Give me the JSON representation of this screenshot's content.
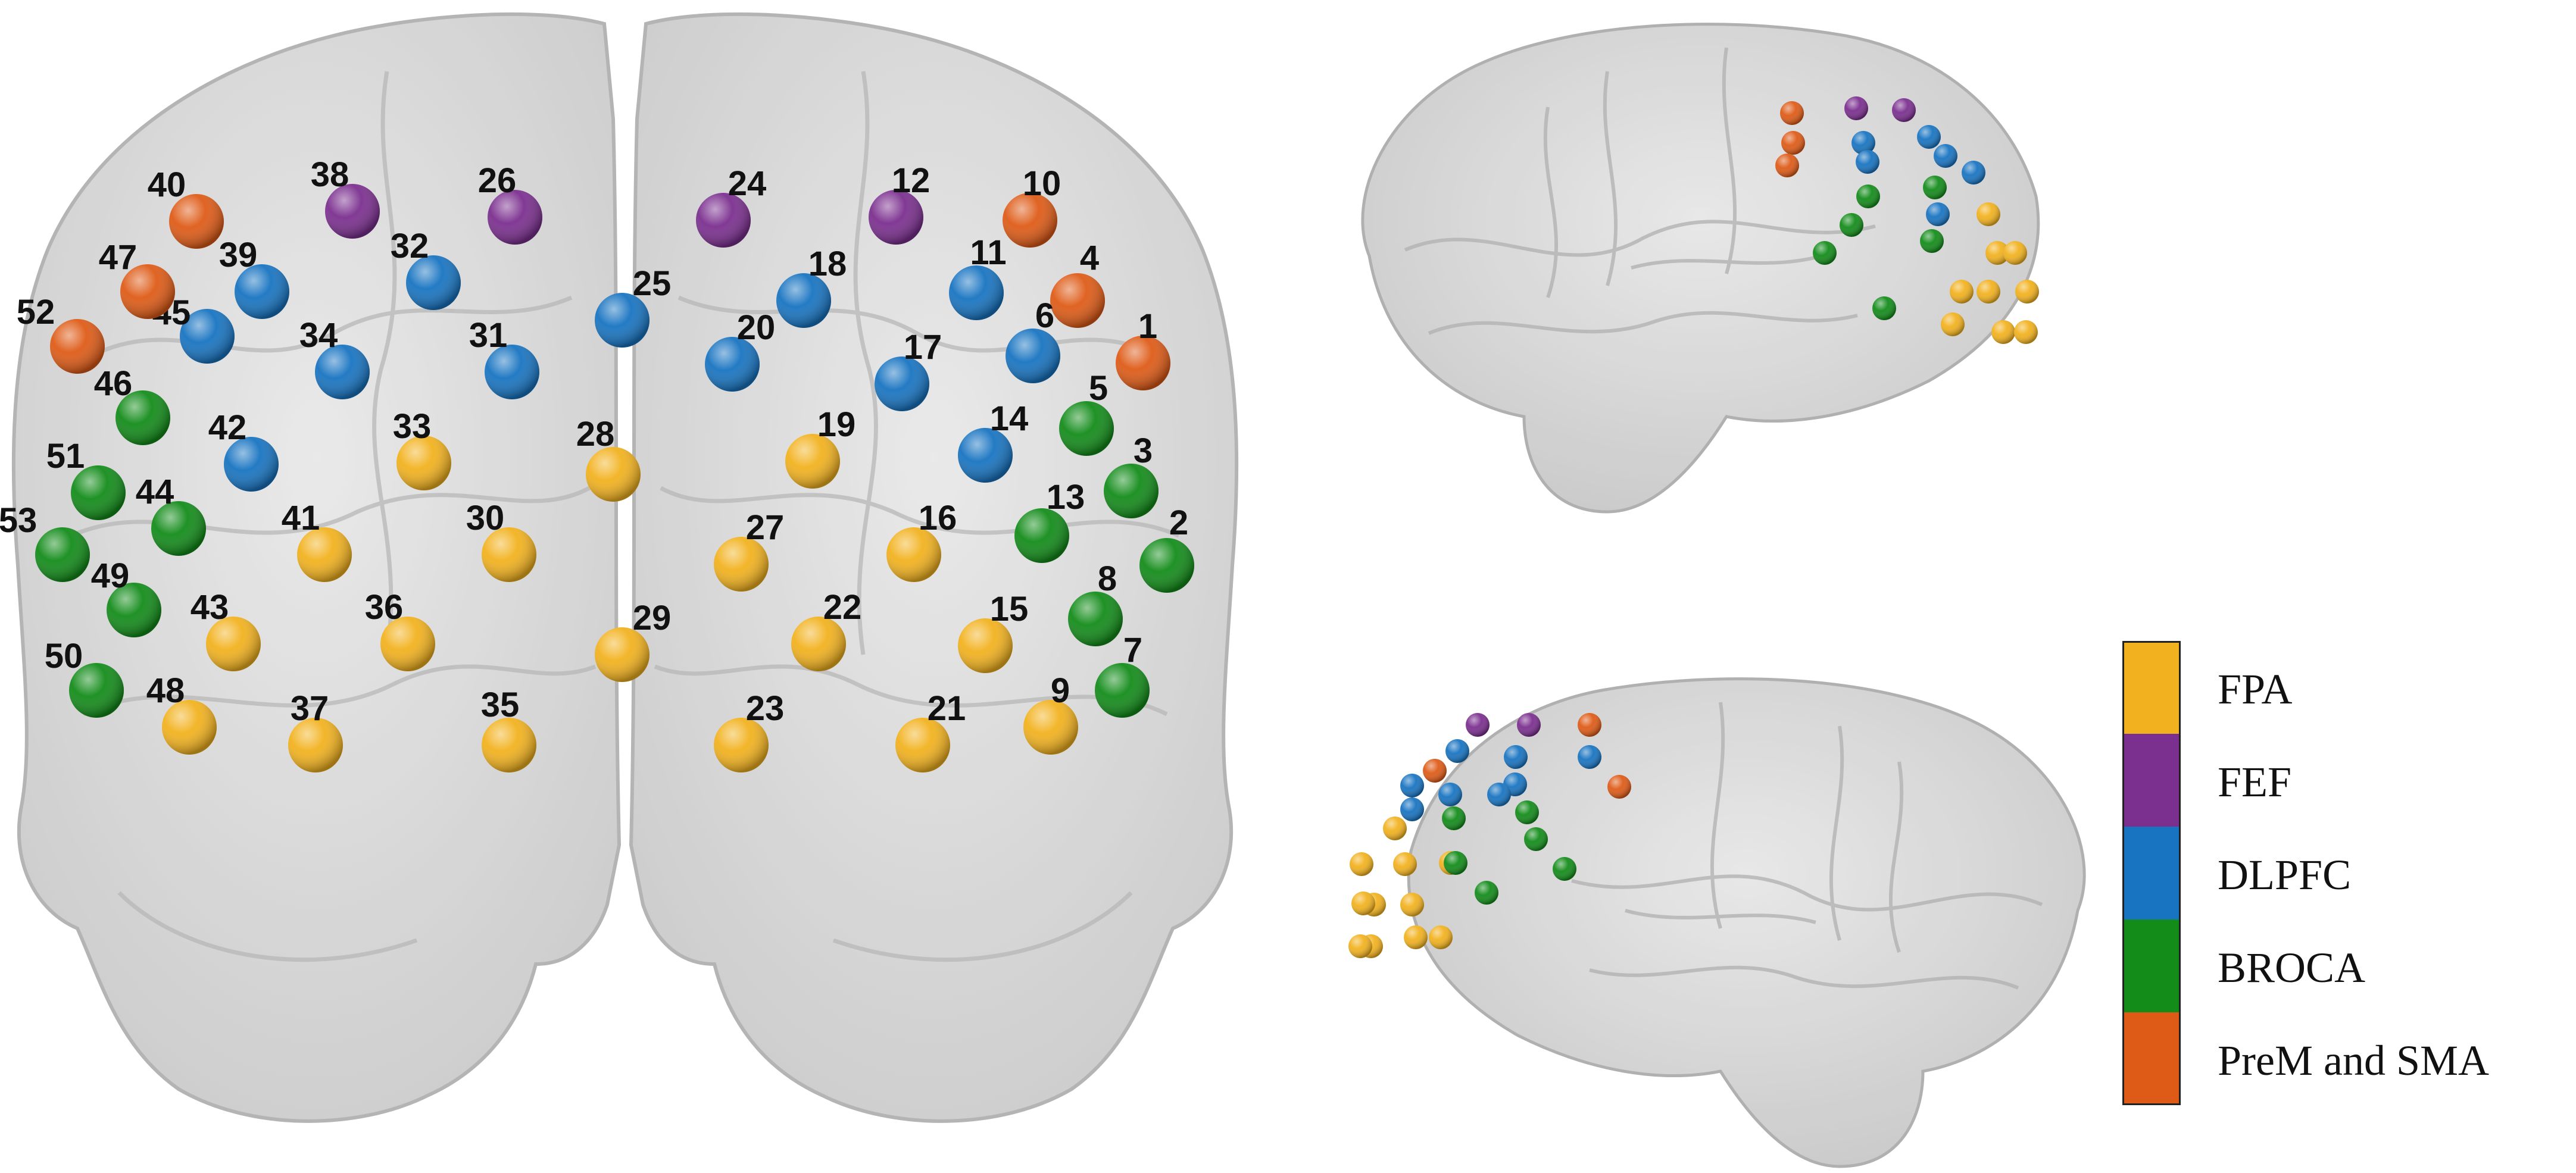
{
  "regions": [
    {
      "key": "FPA",
      "label": "FPA",
      "color": "#F2B21F"
    },
    {
      "key": "FEF",
      "label": "FEF",
      "color": "#7B2F8F"
    },
    {
      "key": "DLPFC",
      "label": "DLPFC",
      "color": "#1874C1"
    },
    {
      "key": "BROCA",
      "label": "BROCA",
      "color": "#138C1A"
    },
    {
      "key": "PreM",
      "label": "PreM and SMA",
      "color": "#DE5B17"
    }
  ],
  "channels": [
    {
      "n": "1",
      "region": "PreM"
    },
    {
      "n": "2",
      "region": "BROCA"
    },
    {
      "n": "3",
      "region": "BROCA"
    },
    {
      "n": "4",
      "region": "PreM"
    },
    {
      "n": "5",
      "region": "BROCA"
    },
    {
      "n": "6",
      "region": "DLPFC"
    },
    {
      "n": "7",
      "region": "BROCA"
    },
    {
      "n": "8",
      "region": "BROCA"
    },
    {
      "n": "9",
      "region": "FPA"
    },
    {
      "n": "10",
      "region": "PreM"
    },
    {
      "n": "11",
      "region": "DLPFC"
    },
    {
      "n": "12",
      "region": "FEF"
    },
    {
      "n": "13",
      "region": "BROCA"
    },
    {
      "n": "14",
      "region": "DLPFC"
    },
    {
      "n": "15",
      "region": "FPA"
    },
    {
      "n": "16",
      "region": "FPA"
    },
    {
      "n": "17",
      "region": "DLPFC"
    },
    {
      "n": "18",
      "region": "DLPFC"
    },
    {
      "n": "19",
      "region": "FPA"
    },
    {
      "n": "20",
      "region": "DLPFC"
    },
    {
      "n": "21",
      "region": "FPA"
    },
    {
      "n": "22",
      "region": "FPA"
    },
    {
      "n": "23",
      "region": "FPA"
    },
    {
      "n": "24",
      "region": "FEF"
    },
    {
      "n": "25",
      "region": "DLPFC"
    },
    {
      "n": "26",
      "region": "FEF"
    },
    {
      "n": "27",
      "region": "FPA"
    },
    {
      "n": "28",
      "region": "FPA"
    },
    {
      "n": "29",
      "region": "FPA"
    },
    {
      "n": "30",
      "region": "FPA"
    },
    {
      "n": "31",
      "region": "DLPFC"
    },
    {
      "n": "32",
      "region": "DLPFC"
    },
    {
      "n": "33",
      "region": "FPA"
    },
    {
      "n": "34",
      "region": "DLPFC"
    },
    {
      "n": "35",
      "region": "FPA"
    },
    {
      "n": "36",
      "region": "FPA"
    },
    {
      "n": "37",
      "region": "FPA"
    },
    {
      "n": "38",
      "region": "FEF"
    },
    {
      "n": "39",
      "region": "DLPFC"
    },
    {
      "n": "40",
      "region": "PreM"
    },
    {
      "n": "41",
      "region": "FPA"
    },
    {
      "n": "42",
      "region": "DLPFC"
    },
    {
      "n": "43",
      "region": "FPA"
    },
    {
      "n": "44",
      "region": "BROCA"
    },
    {
      "n": "45",
      "region": "DLPFC"
    },
    {
      "n": "46",
      "region": "BROCA"
    },
    {
      "n": "47",
      "region": "PreM"
    },
    {
      "n": "48",
      "region": "FPA"
    },
    {
      "n": "49",
      "region": "BROCA"
    },
    {
      "n": "50",
      "region": "BROCA"
    },
    {
      "n": "51",
      "region": "BROCA"
    },
    {
      "n": "52",
      "region": "PreM"
    },
    {
      "n": "53",
      "region": "BROCA"
    }
  ],
  "right_view_regions": [
    "PreM",
    "FEF",
    "FEF",
    "PreM",
    "DLPFC",
    "DLPFC",
    "PreM",
    "DLPFC",
    "DLPFC",
    "DLPFC",
    "BROCA",
    "BROCA",
    "DLPFC",
    "FPA",
    "BROCA",
    "BROCA",
    "FPA",
    "FPA",
    "BROCA",
    "FPA",
    "FPA",
    "FPA",
    "BROCA",
    "FPA",
    "FPA",
    "FPA"
  ],
  "left_view_regions": [
    "FEF",
    "FEF",
    "PreM",
    "DLPFC",
    "DLPFC",
    "DLPFC",
    "PreM",
    "PreM",
    "DLPFC",
    "DLPFC",
    "DLPFC",
    "DLPFC",
    "FPA",
    "BROCA",
    "BROCA",
    "DLPFC",
    "FPA",
    "BROCA",
    "BROCA",
    "FPA",
    "FPA",
    "BROCA",
    "FPA",
    "FPA",
    "BROCA",
    "FPA",
    "FPA",
    "FPA",
    "FPA",
    "FPA"
  ]
}
